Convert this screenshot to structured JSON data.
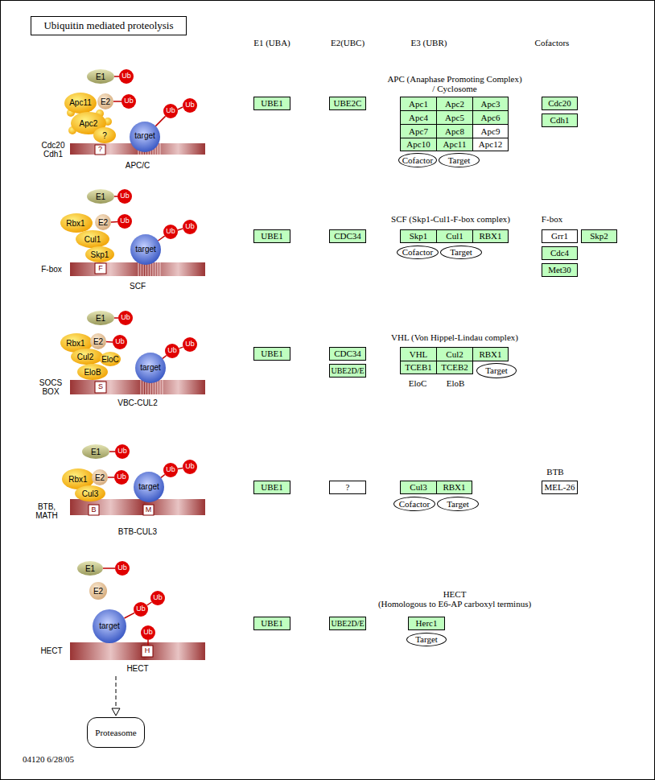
{
  "diagram": {
    "title": "Ubiquitin mediated proteolysis",
    "nodes": [
      {
        "text": [
          "UBE1"
        ]
      },
      {
        "text": [
          "UBE2C"
        ]
      },
      {
        "text": [
          "Apc1"
        ]
      },
      {
        "text": [
          "Apc2"
        ]
      },
      {
        "text": [
          "Apc3"
        ]
      },
      {
        "text": [
          "Apc4"
        ]
      },
      {
        "text": [
          "Apc5"
        ]
      },
      {
        "text": [
          "Apc6"
        ]
      },
      {
        "text": [
          "Apc7"
        ]
      },
      {
        "text": [
          "Apc8"
        ]
      },
      {
        "text": [
          "Apc9"
        ]
      },
      {
        "text": [
          "Apc10"
        ]
      },
      {
        "text": [
          "Apc11"
        ]
      },
      {
        "text": [
          "Apc12"
        ]
      },
      {
        "text": [
          "Cofactor"
        ]
      },
      {
        "text": [
          "Target"
        ]
      },
      {
        "text": [
          "Cdc20"
        ]
      },
      {
        "text": [
          "Cdh1"
        ]
      },
      {
        "text": [
          "UBE1"
        ]
      },
      {
        "text": [
          "CDC34"
        ]
      },
      {
        "text": [
          "Skp1"
        ]
      },
      {
        "text": [
          "Cul1"
        ]
      },
      {
        "text": [
          "RBX1"
        ]
      },
      {
        "text": [
          "Cofactor"
        ]
      },
      {
        "text": [
          "Target"
        ]
      },
      {
        "text": [
          "Grr1"
        ]
      },
      {
        "text": [
          "Skp2"
        ]
      },
      {
        "text": [
          "Cdc4"
        ]
      },
      {
        "text": [
          "Met30"
        ]
      },
      {
        "text": [
          "UBE1"
        ]
      },
      {
        "text": [
          "CDC34"
        ]
      },
      {
        "text": [
          "UBE2D/E"
        ]
      },
      {
        "text": [
          "VHL"
        ]
      },
      {
        "text": [
          "Cul2"
        ]
      },
      {
        "text": [
          "RBX1"
        ]
      },
      {
        "text": [
          "TCEB1"
        ]
      },
      {
        "text": [
          "TCEB2"
        ]
      },
      {
        "text": [
          "Target"
        ]
      },
      {
        "text": [
          "UBE1"
        ]
      },
      {
        "text": [
          "?"
        ]
      },
      {
        "text": [
          "Cul3"
        ]
      },
      {
        "text": [
          "RBX1"
        ]
      },
      {
        "text": [
          "Cofactor"
        ]
      },
      {
        "text": [
          "Target"
        ]
      },
      {
        "text": [
          "MEL-26"
        ]
      },
      {
        "text": [
          "UBE1"
        ]
      },
      {
        "text": [
          "UBE2D/E"
        ]
      },
      {
        "text": [
          "Herc1"
        ]
      },
      {
        "text": [
          "Target"
        ]
      },
      {
        "text": [
          "Proteasome"
        ]
      }
    ],
    "labels": [
      "E1 (UBA)",
      "E2(UBC)",
      "E3 (UBR)",
      "Cofactors",
      "APC (Anaphase Promoting Complex)",
      "/ Cyclosome",
      "E1",
      "Ub",
      "Apc11",
      "E2",
      "Ub",
      "Apc2",
      "?",
      "target",
      "Ub",
      "Ub",
      "Cdc20",
      "Cdh1",
      "?",
      "APC/C",
      "SCF (Skp1-Cul1-F-box complex)",
      "F-box",
      "E1",
      "Ub",
      "Rbx1",
      "E2",
      "Ub",
      "Cul1",
      "Skp1",
      "target",
      "Ub",
      "Ub",
      "F-box",
      "F",
      "SCF",
      "VHL (Von Hippel-Lindau complex)",
      "E1",
      "Ub",
      "Rbx1",
      "E2",
      "Ub",
      "Cul2",
      "EloC",
      "EloB",
      "target",
      "Ub",
      "Ub",
      "SOCS BOX",
      "S",
      "VBC-CUL2",
      "EloC",
      "EloB",
      "BTB",
      "E1",
      "Ub",
      "Rbx1",
      "E2",
      "Ub",
      "Cul3",
      "target",
      "Ub",
      "Ub",
      "BTB, MATH",
      "B",
      "M",
      "BTB-CUL3",
      "HECT",
      "(Homologous to E6-AP carboxyl terminus)",
      "E1",
      "Ub",
      "E2",
      "target",
      "Ub",
      "Ub",
      "Ub",
      "HECT",
      "H",
      "HECT",
      "04120 6/28/05"
    ]
  }
}
